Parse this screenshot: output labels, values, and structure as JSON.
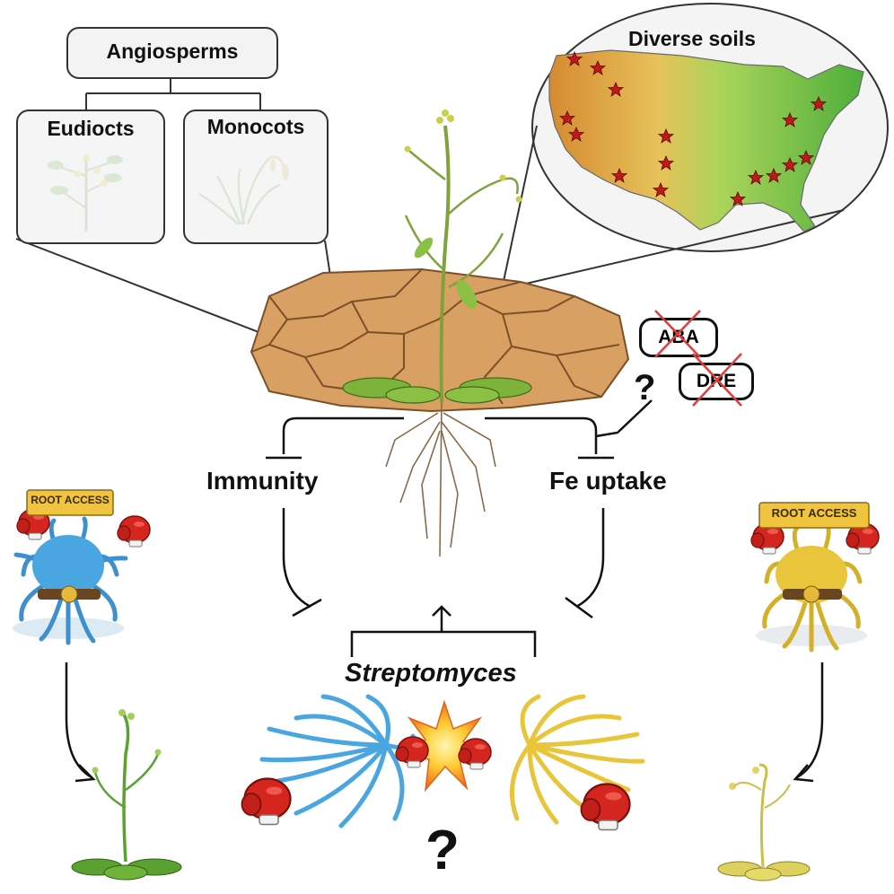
{
  "taxonomy": {
    "root": "Angiosperms",
    "children": [
      "Eudiocts",
      "Monocots"
    ]
  },
  "map": {
    "title": "Diverse soils"
  },
  "pathways": {
    "left": "Immunity",
    "right": "Fe uptake",
    "signals": [
      "ABA",
      "DRE"
    ],
    "signal_unknown": "?"
  },
  "microbe": {
    "name": "Streptomyces",
    "outcome_unknown": "?"
  },
  "banners": {
    "left": "ROOT ACCESS",
    "right": "ROOT ACCESS"
  },
  "colors": {
    "strain_a": "#4aa6e0",
    "strain_b": "#e8c53a",
    "soil": "#d9a063",
    "plant_green": "#6fb33a",
    "plant_chlorotic": "#d8d25a",
    "inhibit_mark": "#e03b3b",
    "star": "#c0191d"
  },
  "icons": [
    "boxing-glove-icon",
    "star-icon",
    "collision-icon",
    "cross-out-icon"
  ]
}
